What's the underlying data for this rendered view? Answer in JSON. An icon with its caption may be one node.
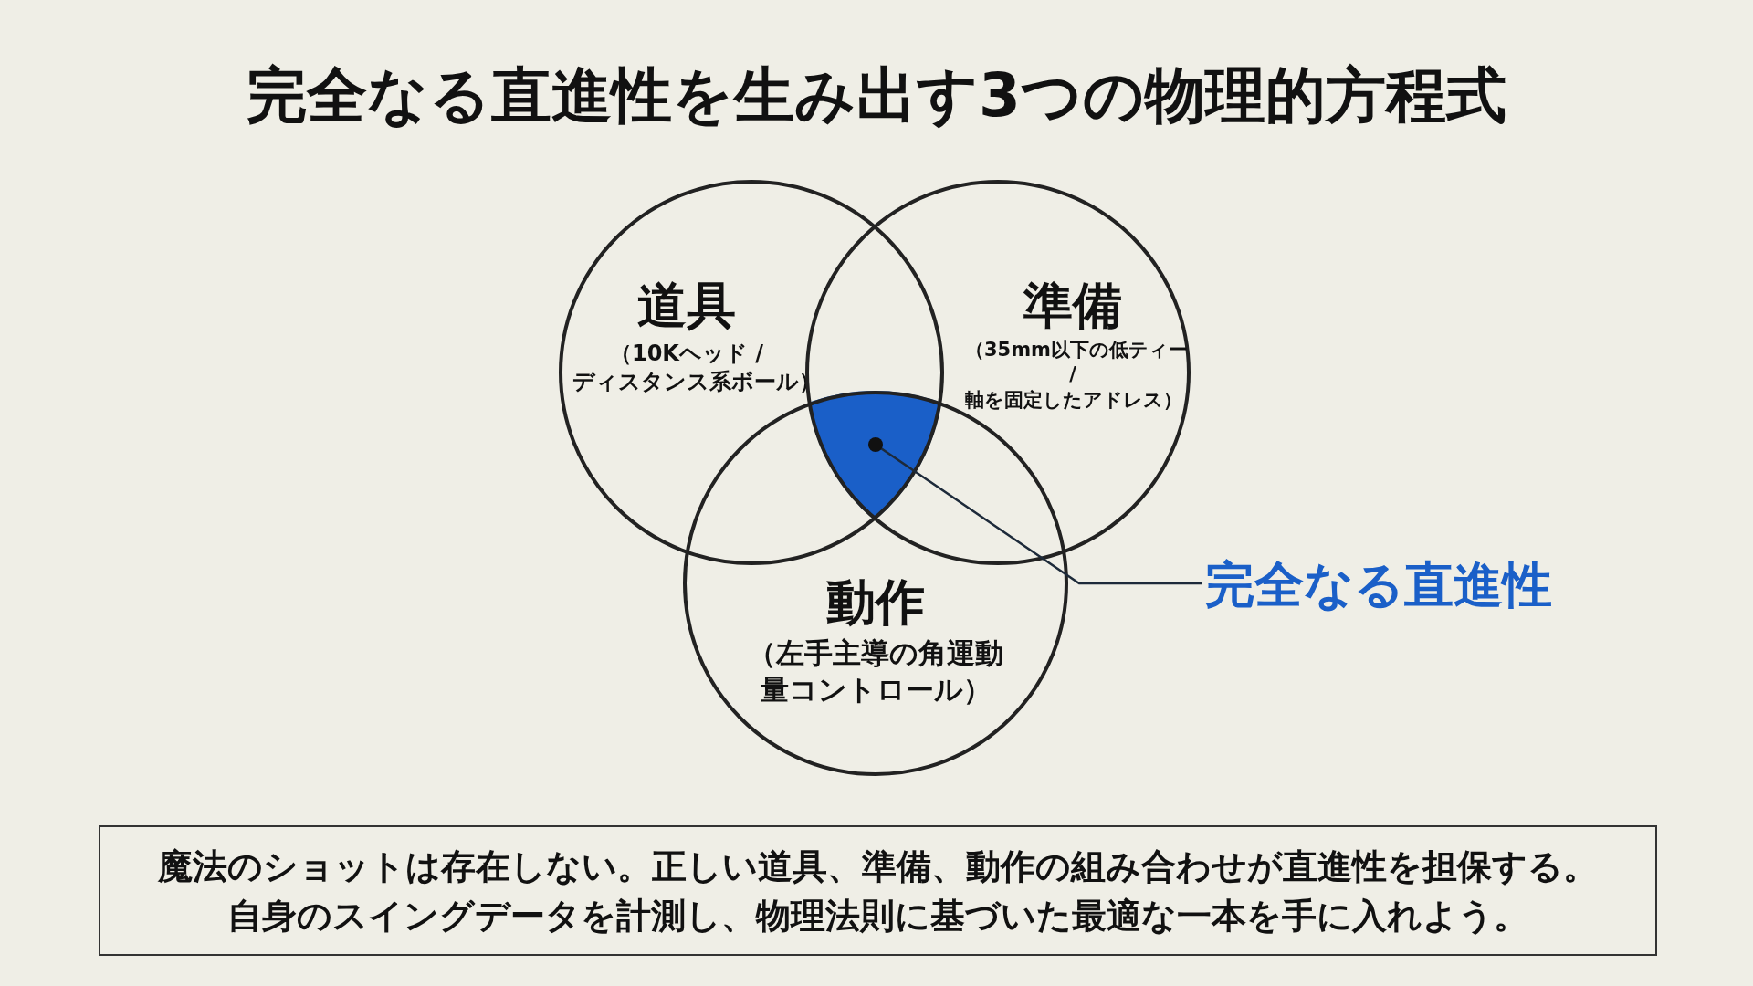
{
  "diagram": {
    "title": "完全なる直進性を生み出す3つの物理的方程式",
    "nodes": [
      {
        "text": [
          "道具",
          "（10Kヘッド /ディスタンス系ボール）"
        ]
      },
      {
        "text": [
          "準備",
          "（35mm以下の低ティー /軸を固定したアドレス）"
        ]
      },
      {
        "text": [
          "動作",
          "（左手主導の角運動量コントロール）"
        ]
      },
      {
        "text": [],
        "shape": "region"
      },
      {
        "text": [
          "完全なる直進性"
        ]
      },
      {
        "text": [
          "魔法のショットは存在しない。正しい道具、準備、動作の組み合わせが直進性を担保する。自身のスイングデータを計測し、物理法則に基づいた最適な一本を手に入れよう。"
        ]
      }
    ],
    "edges": [
      {
        "from": 4,
        "to": 3,
        "arrow": "other"
      }
    ]
  }
}
